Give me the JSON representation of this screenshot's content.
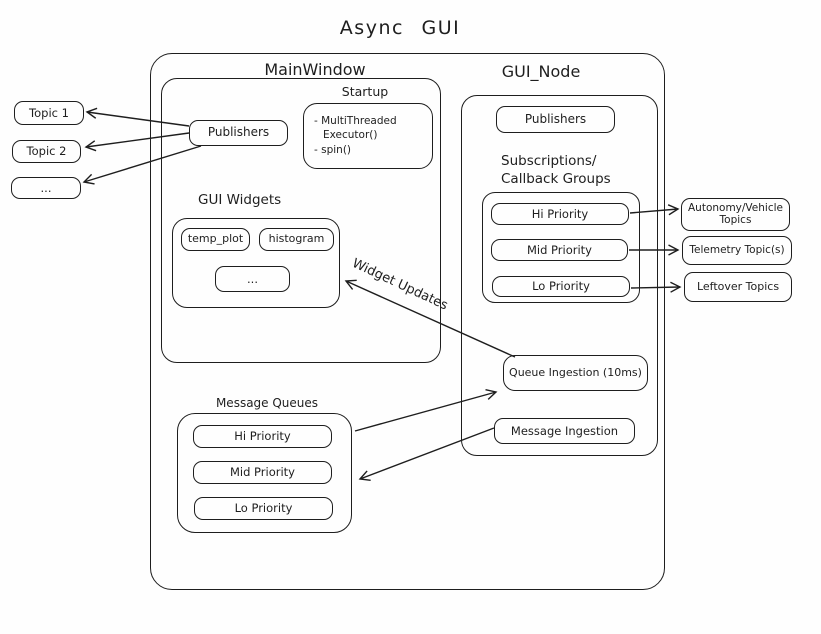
{
  "title": "Async GUI",
  "colors": {
    "stroke": "#1e1e1e",
    "background": "#fefefe"
  },
  "main_window": {
    "label": "MainWindow",
    "startup": {
      "label": "Startup",
      "lines": [
        "- MultiThreaded",
        "Executor()",
        "- spin()"
      ]
    },
    "publishers_label": "Publishers",
    "gui_widgets": {
      "label": "GUI Widgets",
      "items": [
        "temp_plot",
        "histogram",
        "..."
      ]
    },
    "message_queues": {
      "label": "Message Queues",
      "items": [
        "Hi Priority",
        "Mid Priority",
        "Lo Priority"
      ]
    }
  },
  "gui_node": {
    "label": "GUI_Node",
    "publishers_label": "Publishers",
    "subscriptions_label": [
      "Subscriptions/",
      "Callback Groups"
    ],
    "priorities": [
      "Hi Priority",
      "Mid Priority",
      "Lo Priority"
    ],
    "queue_ingestion_label": "Queue Ingestion (10ms)",
    "message_ingestion_label": "Message Ingestion"
  },
  "left_topics": [
    "Topic 1",
    "Topic 2",
    "..."
  ],
  "right_topics": [
    {
      "lines": [
        "Autonomy/Vehicle",
        "Topics"
      ]
    },
    {
      "lines": [
        "Telemetry Topic(s)"
      ]
    },
    {
      "lines": [
        "Leftover Topics"
      ]
    }
  ],
  "annotations": {
    "widget_updates": "Widget Updates"
  }
}
